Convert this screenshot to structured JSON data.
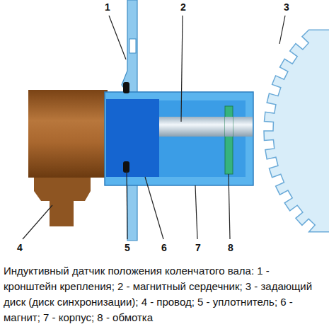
{
  "diagram": {
    "caption": "Индуктивный датчик положения коленчатого вала: 1 - кронштейн крепления; 2 - магнитный сердечник; 3 - задающий диск (диск синхронизации); 4 - провод; 5 - уплотнитель; 6 - магнит; 7 - корпус; 8 - обмотка",
    "labels": [
      "1",
      "2",
      "3",
      "4",
      "5",
      "6",
      "7",
      "8"
    ]
  }
}
